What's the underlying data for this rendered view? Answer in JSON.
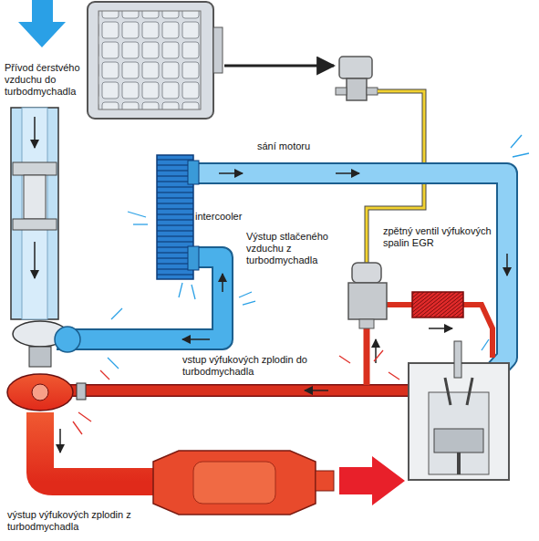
{
  "diagram": {
    "labels": [
      "Přívod čerstvého vzduchu do turbodmychadla",
      "sání motoru",
      "intercooler",
      "Výstup stlačeného vzduchu z turbodmychadla",
      "zpětný ventil výfukových spalin EGR",
      "vstup výfukových zplodin do turbodmychadla",
      "výstup výfukových zplodin z turbodmychadla"
    ]
  }
}
